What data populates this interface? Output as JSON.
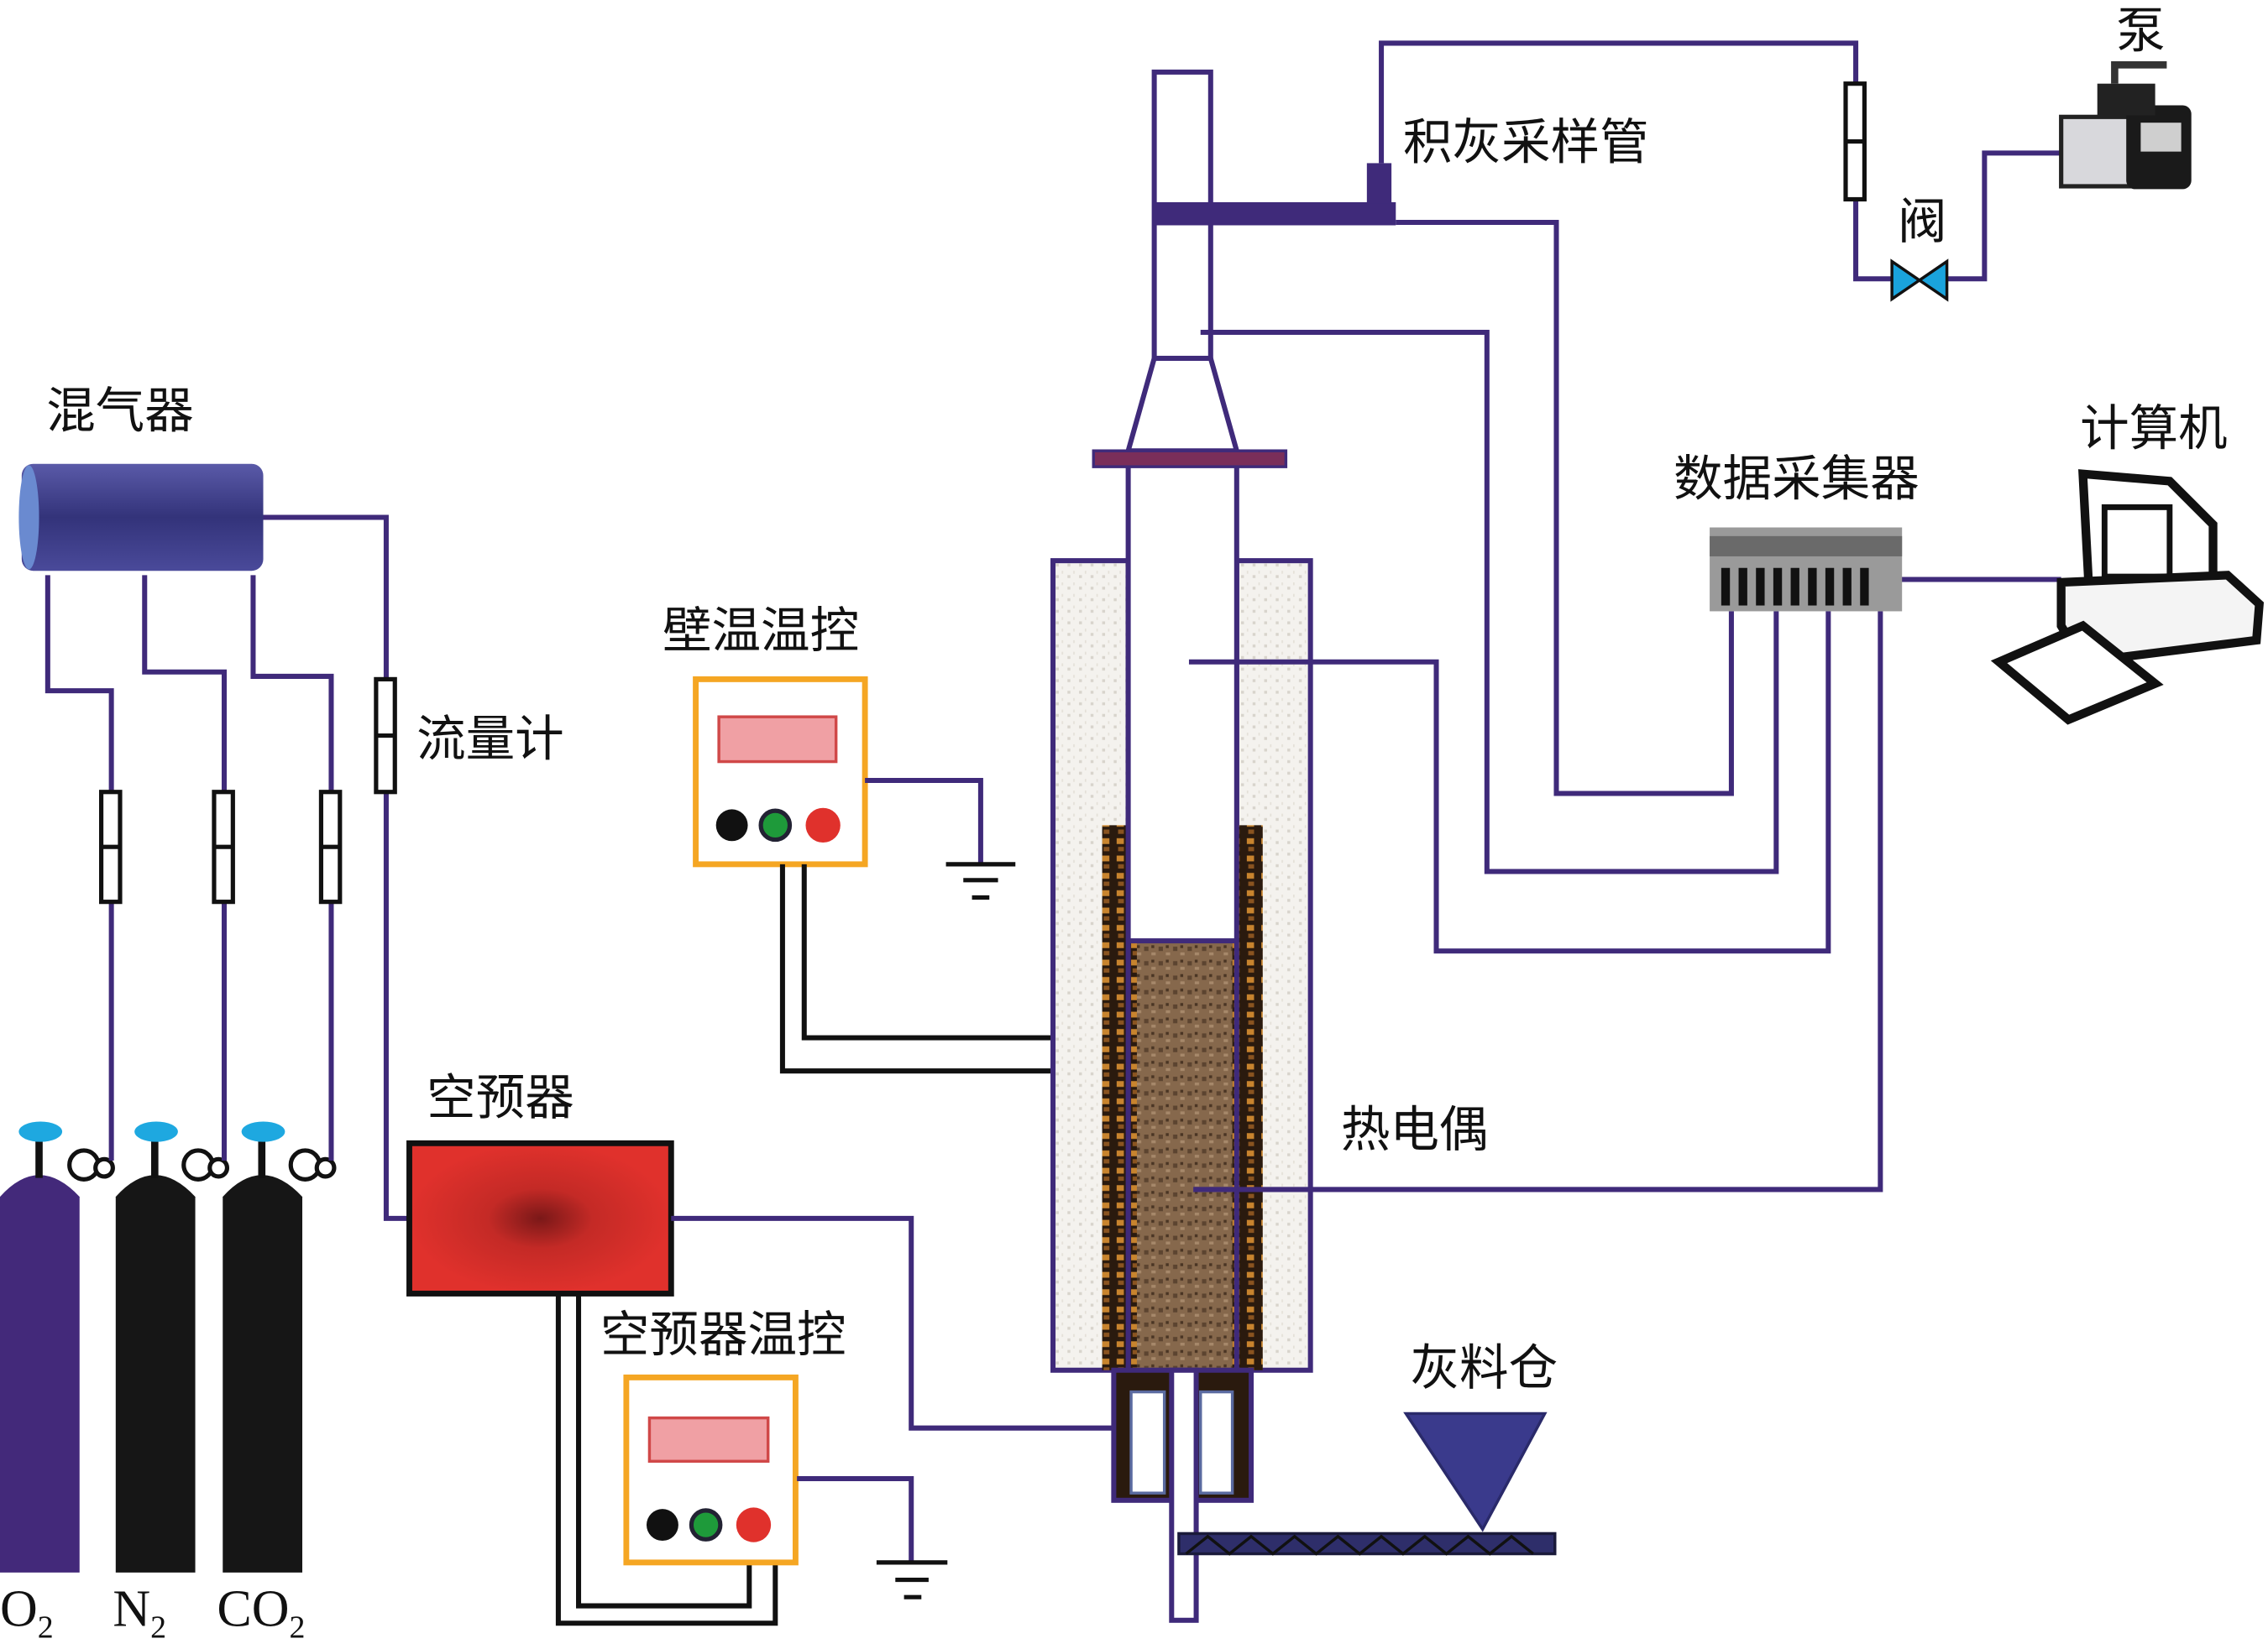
{
  "labels": {
    "mixer": "混气器",
    "flowmeter": "流量计",
    "air_preheater": "空预器",
    "wall_temp_controller": "壁温温控",
    "air_preheater_temp_controller": "空预器温控",
    "thermocouple": "热电偶",
    "ash_hopper": "灰料仓",
    "ash_sampling_tube": "积灰采样管",
    "pump": "泵",
    "valve": "阀",
    "computer": "计算机",
    "data_acquisition": "数据采集器"
  },
  "gases": [
    {
      "symbol": "O",
      "subscript": "2"
    },
    {
      "symbol": "N",
      "subscript": "2"
    },
    {
      "symbol": "CO",
      "subscript": "2"
    }
  ],
  "colors": {
    "pipe": "#3f2a7a",
    "o2_cylinder": "#43297a",
    "other_cylinders": "#161616",
    "cylinder_cap": "#1ea8e0",
    "air_preheater": "#e0312c",
    "controller_border": "#f5a623",
    "flange": "#7a2e5a",
    "hopper": "#3a3a8c",
    "valve": "#1aa3dc"
  }
}
